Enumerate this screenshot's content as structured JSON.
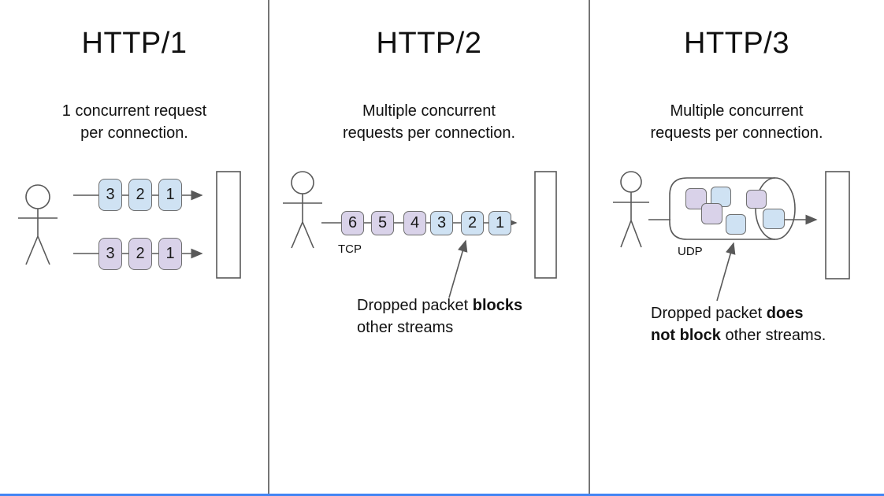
{
  "colors": {
    "packet_blue": "#cfe2f3",
    "packet_purple": "#d9d2e9",
    "stroke_gray": "#595959",
    "divider_gray": "#757575",
    "bottom_bar_blue": "#4285f4"
  },
  "panels": [
    {
      "title": "HTTP/1",
      "subtitle_line1": "1 concurrent request",
      "subtitle_line2": "per connection.",
      "streams": [
        {
          "color": "blue",
          "packets": [
            "3",
            "2",
            "1"
          ]
        },
        {
          "color": "purple",
          "packets": [
            "3",
            "2",
            "1"
          ]
        }
      ]
    },
    {
      "title": "HTTP/2",
      "subtitle_line1": "Multiple concurrent",
      "subtitle_line2": "requests per connection.",
      "protocol_label": "TCP",
      "packets": [
        "6",
        "5",
        "4",
        "3",
        "2",
        "1"
      ],
      "packet_colors": [
        "purple",
        "purple",
        "purple",
        "blue",
        "blue",
        "blue"
      ],
      "annotation": {
        "line1_pre": "Dropped packet ",
        "line1_bold": "blocks",
        "line2_post": "other streams"
      }
    },
    {
      "title": "HTTP/3",
      "subtitle_line1": "Multiple concurrent",
      "subtitle_line2": "requests per connection.",
      "protocol_label": "UDP",
      "packet_colors": [
        "purple",
        "blue",
        "purple",
        "purple",
        "blue",
        "blue"
      ],
      "annotation": {
        "line1_pre": "Dropped packet ",
        "line1_bold": "does",
        "line2_bold": "not block",
        "line2_post": " other streams."
      }
    }
  ]
}
